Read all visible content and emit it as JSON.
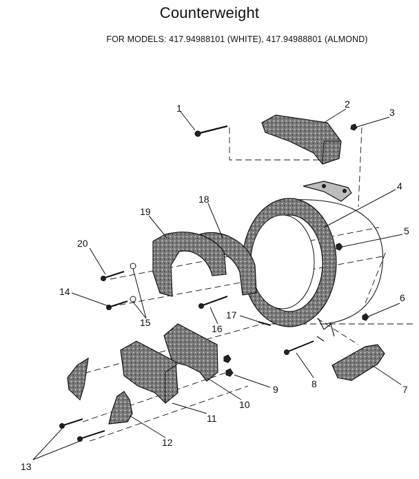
{
  "title": "Counterweight",
  "subtitle": "FOR MODELS: 417.94988101 (WHITE), 417.94988801 (ALMOND)",
  "callouts": {
    "c1": "1",
    "c2": "2",
    "c3": "3",
    "c4": "4",
    "c5": "5",
    "c6": "6",
    "c7": "7",
    "c8": "8",
    "c9": "9",
    "c10": "10",
    "c11": "11",
    "c12": "12",
    "c13": "13",
    "c14": "14",
    "c15": "15",
    "c16": "16",
    "c17": "17",
    "c18": "18",
    "c19": "19",
    "c20": "20"
  }
}
